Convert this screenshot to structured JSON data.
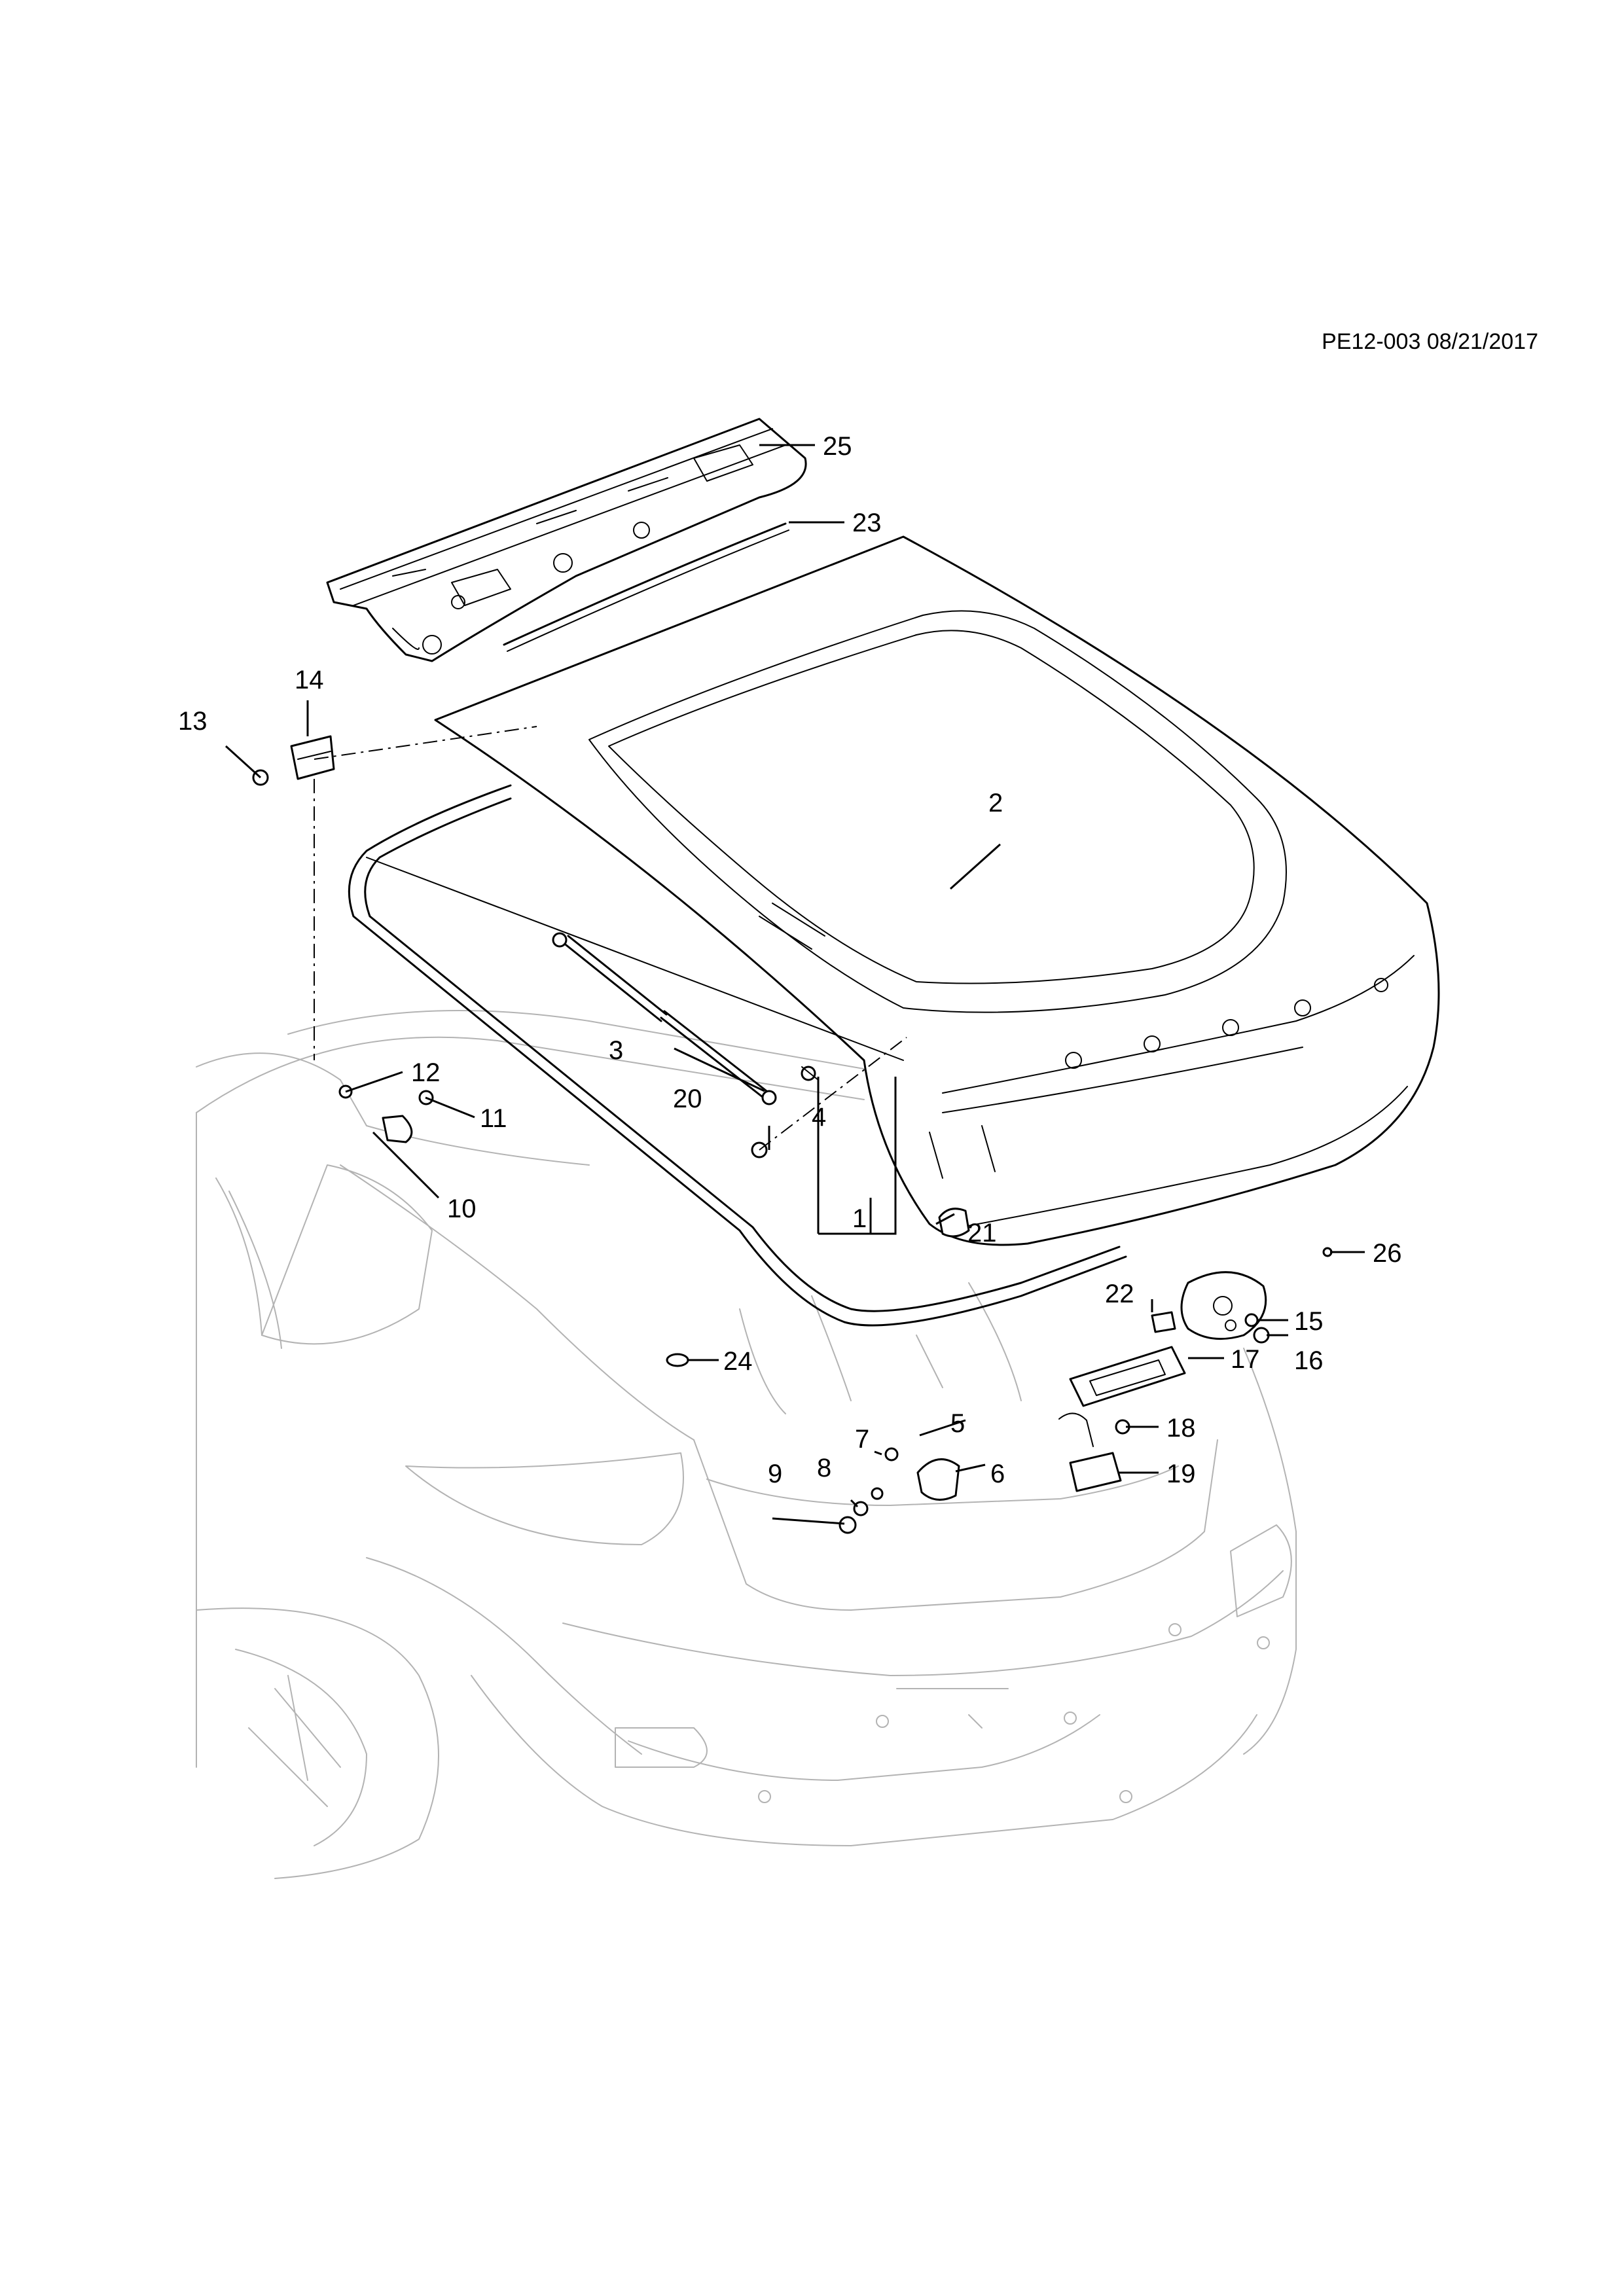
{
  "header": {
    "reference": "PE12-003 08/21/2017"
  },
  "callouts": {
    "c1": "1",
    "c2": "2",
    "c3": "3",
    "c4": "4",
    "c5": "5",
    "c6": "6",
    "c7": "7",
    "c8": "8",
    "c9": "9",
    "c10": "10",
    "c11": "11",
    "c12": "12",
    "c13": "13",
    "c14": "14",
    "c15": "15",
    "c16": "16",
    "c17": "17",
    "c18": "18",
    "c19": "19",
    "c20": "20",
    "c21": "21",
    "c22": "22",
    "c23": "23",
    "c24": "24",
    "c25": "25",
    "c26": "26"
  }
}
